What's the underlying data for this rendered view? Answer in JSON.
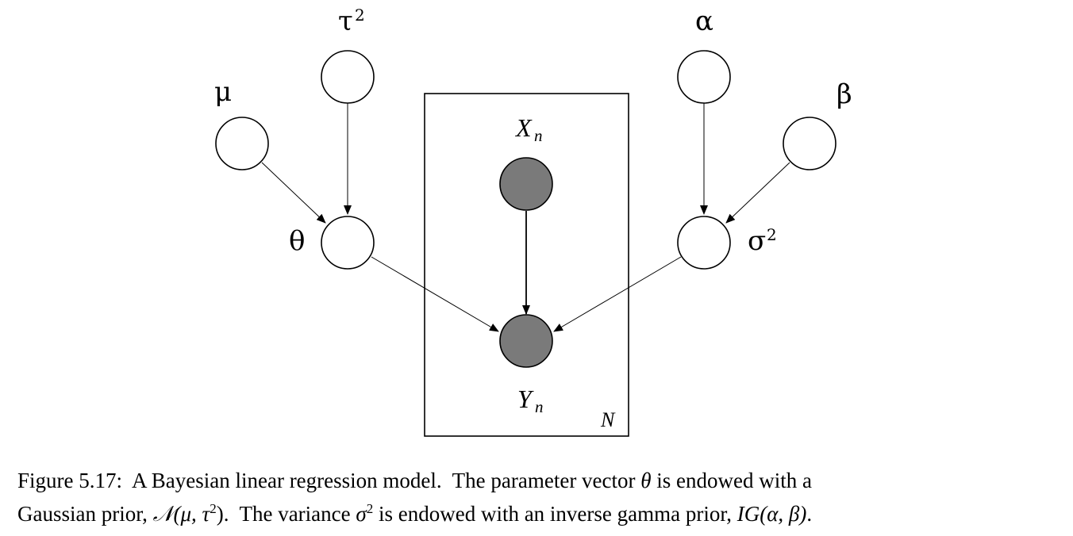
{
  "diagram": {
    "nodes": {
      "mu": {
        "label": "μ"
      },
      "tau2": {
        "label": "τ",
        "sup": "2"
      },
      "theta": {
        "label": "θ"
      },
      "alpha": {
        "label": "α"
      },
      "beta": {
        "label": "β"
      },
      "sigma2": {
        "label": "σ",
        "sup": "2"
      },
      "xn": {
        "label": "X",
        "sub": "n"
      },
      "yn": {
        "label": "Y",
        "sub": "n"
      }
    },
    "plate": {
      "label": "N"
    },
    "colors": {
      "observed_fill": "#7a7a7a",
      "stroke": "#000000",
      "open_fill": "#ffffff"
    }
  },
  "caption": {
    "line1_prefix": "Figure 5.17:  A Bayesian linear regression model.  The parameter vector ",
    "line1_theta": "θ",
    "line1_suffix": " is endowed with a",
    "line2_prefix": "Gaussian prior, ",
    "line2_normal": "𝒩(μ, τ",
    "line2_normal_sup": "2",
    "line2_mid": ").  The variance ",
    "line2_sigma": "σ",
    "line2_sigma_sup": "2",
    "line2_mid2": " is endowed with an inverse gamma prior, ",
    "line2_ig": "IG(α, β)",
    "line2_end": "."
  }
}
